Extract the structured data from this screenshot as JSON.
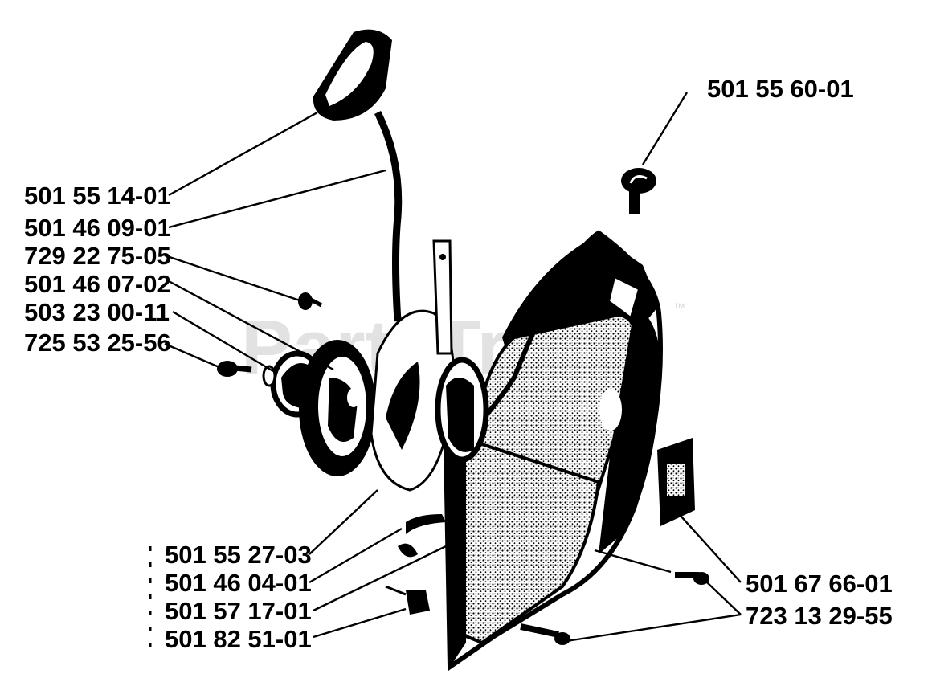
{
  "watermark": {
    "text": "PartsTree",
    "trademark": "™"
  },
  "part_numbers": {
    "handle": "501 55 14-01",
    "rope": "501 46 09-01",
    "center_screw": "729 22 75-05",
    "pulley": "501 46 07-02",
    "spring_cassette": "503 23 00-11",
    "bolt": "725 53 25-56",
    "decompression_valve": "501 55 60-01",
    "starter_housing": "501 55 27-03",
    "wire_clip": "501 46 04-01",
    "spring": "501 57 17-01",
    "nut": "501 82 51-01",
    "decal": "501 67 66-01",
    "housing_screws": "723 13 29-55"
  }
}
